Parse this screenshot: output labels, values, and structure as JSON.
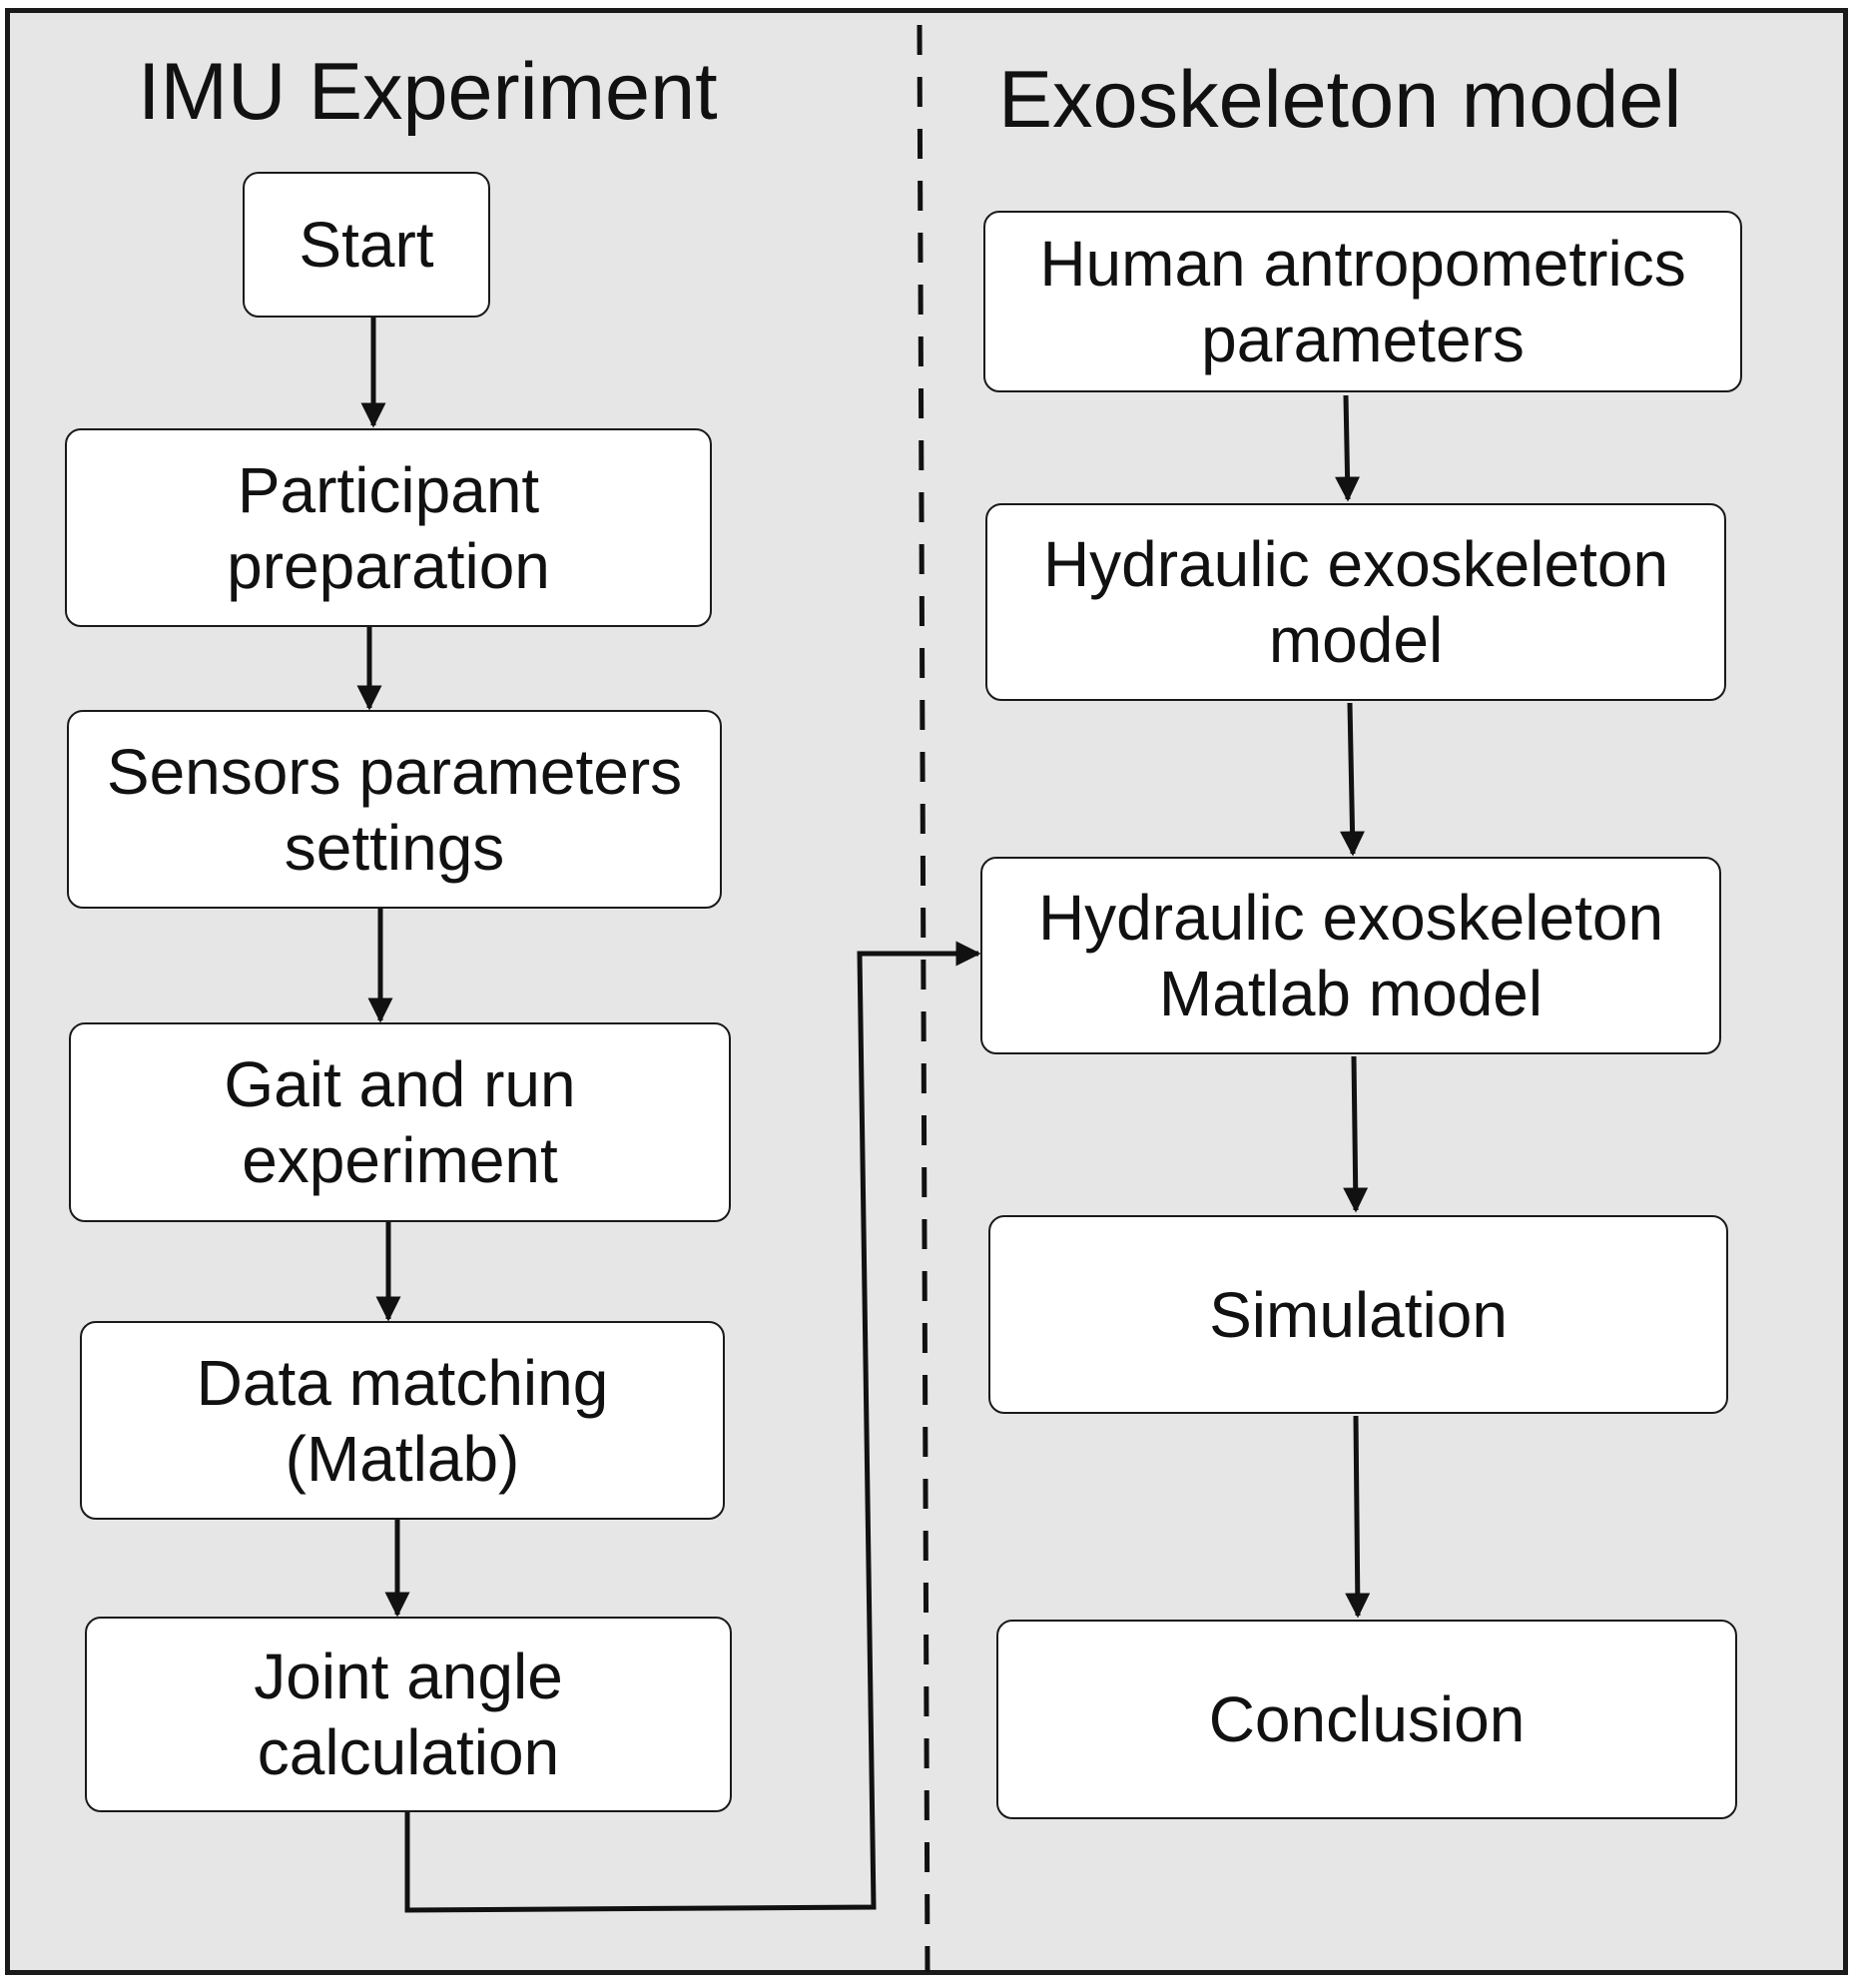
{
  "left_column": {
    "title": "IMU Experiment",
    "steps": {
      "start": {
        "line1": "Start"
      },
      "participant_preparation": {
        "line1": "Participant",
        "line2": "preparation"
      },
      "sensors_parameters_settings": {
        "line1": "Sensors parameters",
        "line2": "settings"
      },
      "gait_and_run_experiment": {
        "line1": "Gait and run",
        "line2": "experiment"
      },
      "data_matching": {
        "line1": "Data matching",
        "line2": "(Matlab)"
      },
      "joint_angle_calculation": {
        "line1": "Joint angle",
        "line2": "calculation"
      }
    }
  },
  "right_column": {
    "title": "Exoskeleton model",
    "steps": {
      "human_antropometrics": {
        "line1": "Human antropometrics",
        "line2": "parameters"
      },
      "hydraulic_exoskeleton_model": {
        "line1": "Hydraulic exoskeleton",
        "line2": "model"
      },
      "hydraulic_exoskeleton_matlab_model": {
        "line1": "Hydraulic exoskeleton",
        "line2": "Matlab model"
      },
      "simulation": {
        "line1": "Simulation"
      },
      "conclusion": {
        "line1": "Conclusion"
      }
    }
  },
  "colors": {
    "background": "#e6e6e6",
    "box_fill": "#ffffff",
    "stroke": "#1a1a1a"
  }
}
